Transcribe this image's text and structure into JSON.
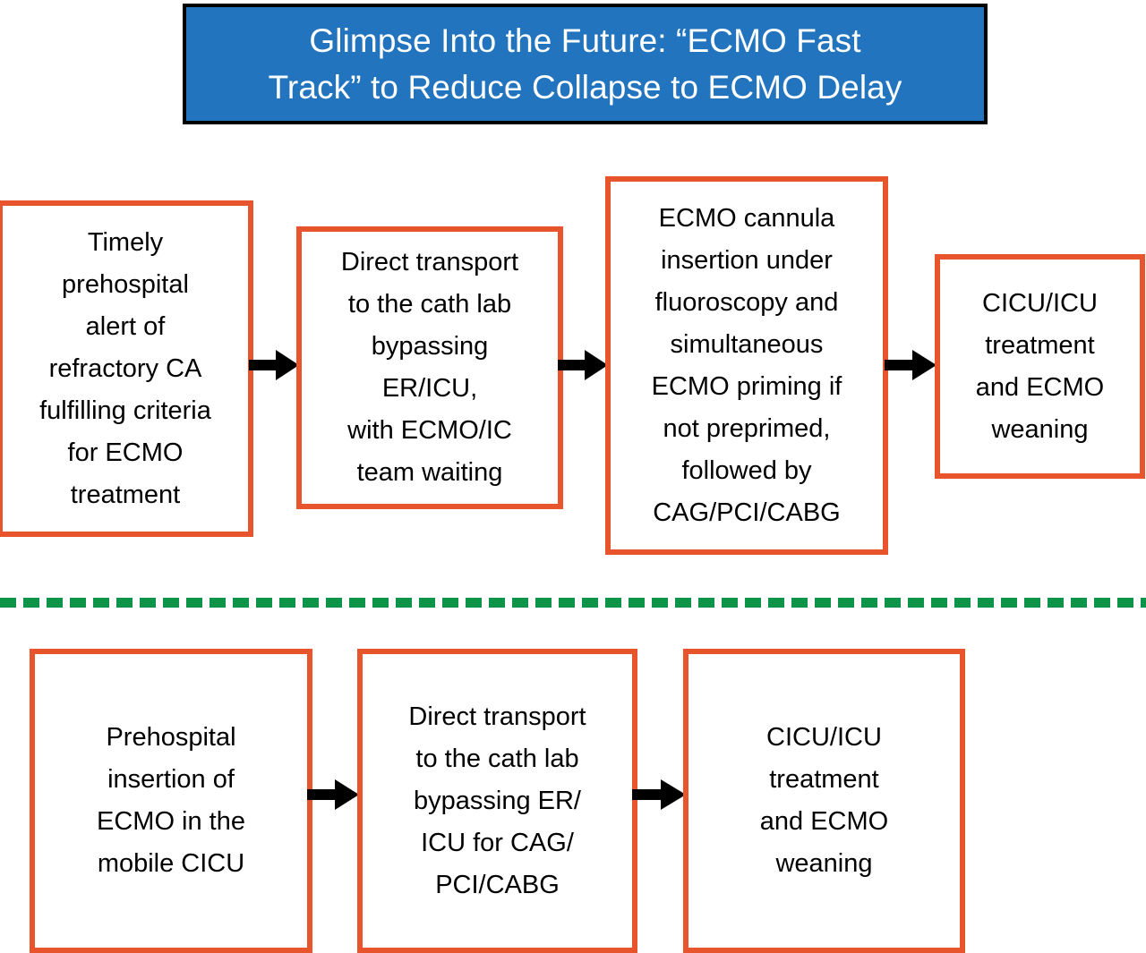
{
  "figure": {
    "title_banner": {
      "text": "Glimpse Into the Future: “ECMO Fast\nTrack” to Reduce Collapse to ECMO Delay",
      "background_color": "#2274BE",
      "border_color": "#000000",
      "text_color": "#FFFFFF"
    },
    "style": {
      "box_border_color": "#E8552D",
      "box_fill_color": "#FFFFFF",
      "arrow_color": "#000000",
      "divider_color": "#0D9448",
      "text_color": "#000000"
    },
    "divider": {
      "name": "green-dashed-separator",
      "style": "dashed",
      "color": "#0D9448"
    },
    "rows": [
      {
        "name": "ecmo-fast-track-pathway",
        "boxes": [
          {
            "id": "r1-1",
            "text": "Timely\nprehospital\nalert of\nrefractory CA\nfulfilling criteria\nfor ECMO\ntreatment"
          },
          {
            "id": "r1-2",
            "text": "Direct transport\nto the cath lab\nbypassing\nER/ICU,\nwith ECMO/IC\nteam waiting"
          },
          {
            "id": "r1-3",
            "text": "ECMO cannula\ninsertion under\nfluoroscopy and\nsimultaneous\nECMO priming if\nnot preprimed,\nfollowed by\nCAG/PCI/CABG"
          },
          {
            "id": "r1-4",
            "text": "CICU/ICU\ntreatment\nand ECMO\nweaning"
          }
        ],
        "arrows": [
          {
            "id": "r1-a",
            "glyph": "right-arrow"
          },
          {
            "id": "r1-b",
            "glyph": "right-arrow"
          },
          {
            "id": "r1-c",
            "glyph": "right-arrow"
          }
        ]
      },
      {
        "name": "prehospital-ecmo-pathway",
        "boxes": [
          {
            "id": "r2-1",
            "text": "Prehospital\ninsertion of\nECMO in the\nmobile CICU"
          },
          {
            "id": "r2-2",
            "text": "Direct transport\nto the cath lab\nbypassing ER/\nICU for CAG/\nPCI/CABG"
          },
          {
            "id": "r2-3",
            "text": "CICU/ICU\ntreatment\nand ECMO\nweaning"
          }
        ],
        "arrows": [
          {
            "id": "r2-a",
            "glyph": "right-arrow"
          },
          {
            "id": "r2-b",
            "glyph": "right-arrow"
          }
        ]
      }
    ]
  }
}
